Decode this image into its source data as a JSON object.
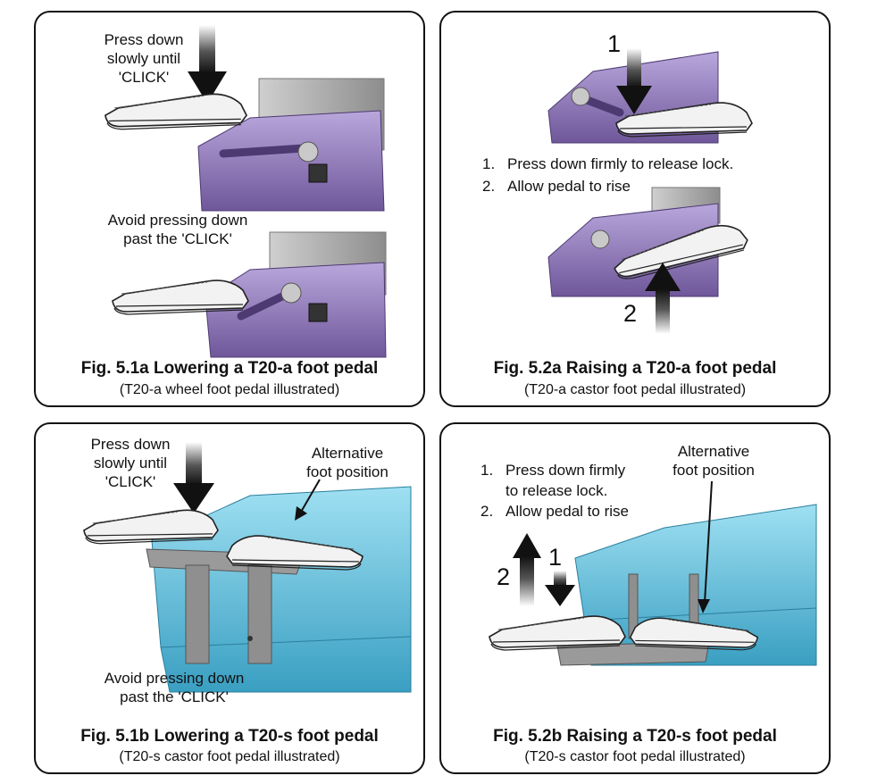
{
  "panel_1a": {
    "instruction_top": [
      "Press down",
      "slowly until",
      "'CLICK'"
    ],
    "instruction_warning": [
      "Avoid pressing down",
      "past the 'CLICK'"
    ],
    "caption_title": "Fig. 5.1a Lowering a T20-a foot pedal",
    "caption_subtitle": "(T20-a wheel foot pedal illustrated)"
  },
  "panel_2a": {
    "step_marker_1": "1",
    "step_marker_2": "2",
    "steps": [
      {
        "number": "1.",
        "text": "Press down firmly to release lock."
      },
      {
        "number": "2.",
        "text": "Allow pedal to rise"
      }
    ],
    "caption_title": "Fig. 5.2a Raising a T20-a foot pedal",
    "caption_subtitle": "(T20-a castor foot pedal illustrated)"
  },
  "panel_1b": {
    "instruction_top": [
      "Press down",
      "slowly until",
      "'CLICK'"
    ],
    "alternative_label": [
      "Alternative",
      "foot position"
    ],
    "instruction_warning": [
      "Avoid pressing down",
      "past the 'CLICK'"
    ],
    "caption_title": "Fig. 5.1b Lowering a T20-s foot pedal",
    "caption_subtitle": "(T20-s castor foot pedal illustrated)"
  },
  "panel_2b": {
    "steps": [
      {
        "number": "1.",
        "text": "Press down firmly"
      },
      {
        "number": "",
        "text": "to release lock."
      },
      {
        "number": "2.",
        "text": "Allow pedal to rise"
      }
    ],
    "alternative_label": [
      "Alternative",
      "foot position"
    ],
    "step_marker_1": "1",
    "step_marker_2": "2",
    "caption_title": "Fig. 5.2b Raising a T20-s foot pedal",
    "caption_subtitle": "(T20-s castor foot pedal illustrated)"
  },
  "colors": {
    "purple_body": "#8e76b8",
    "purple_dark": "#6e5798",
    "teal_body": "#5fc3e0",
    "teal_dark": "#3fa4c4",
    "frame": "#111111"
  }
}
